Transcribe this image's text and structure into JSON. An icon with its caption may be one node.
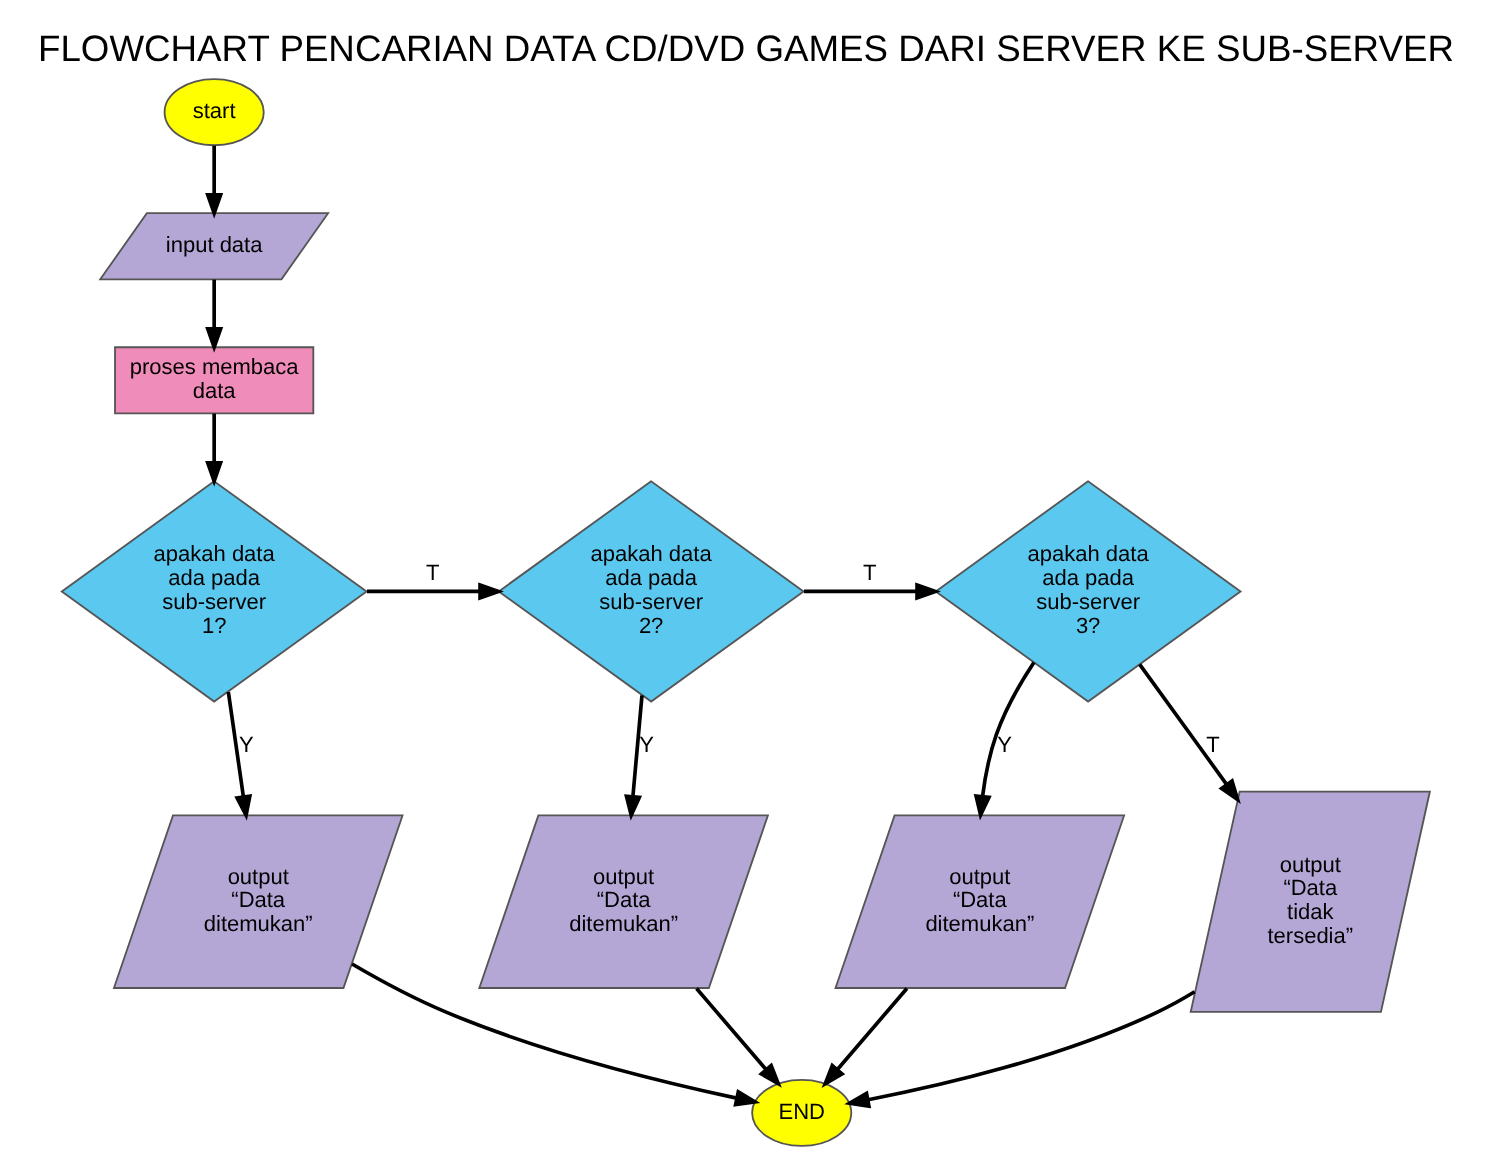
{
  "diagram": {
    "title": "FLOWCHART PENCARIAN DATA CD/DVD GAMES DARI SERVER KE SUB-SERVER",
    "nodes": [
      {
        "text": [
          "start"
        ]
      },
      {
        "text": [
          "input data"
        ]
      },
      {
        "text": [
          "proses membaca data"
        ]
      },
      {
        "text": [
          "apakah data ada pada sub-server 1?"
        ]
      },
      {
        "text": [
          "apakah data ada pada sub-server 2?"
        ]
      },
      {
        "text": [
          "apakah data ada pada sub-server 3?"
        ]
      },
      {
        "text": [
          "output “Data ditemukan”"
        ]
      },
      {
        "text": [
          "output “Data ditemukan”"
        ]
      },
      {
        "text": [
          "output “Data ditemukan”"
        ]
      },
      {
        "text": [
          "output “Data tidak tersedia”"
        ]
      },
      {
        "text": [
          "END"
        ]
      }
    ],
    "edges": [
      {
        "from": 0,
        "to": 1,
        "arrow": "to"
      },
      {
        "from": 1,
        "to": 2,
        "arrow": "to"
      },
      {
        "from": 2,
        "to": 3,
        "arrow": "to"
      },
      {
        "from": 3,
        "to": 4,
        "arrow": "to",
        "label": "T"
      },
      {
        "from": 4,
        "to": 5,
        "arrow": "to",
        "label": "T"
      },
      {
        "from": 5,
        "to": 9,
        "arrow": "to",
        "label": "T"
      },
      {
        "from": 3,
        "to": 6,
        "arrow": "to",
        "label": "Y"
      },
      {
        "from": 4,
        "to": 7,
        "arrow": "to",
        "label": "Y"
      },
      {
        "from": 5,
        "to": 8,
        "arrow": "to",
        "label": "Y"
      },
      {
        "from": 6,
        "to": 10,
        "arrow": "to"
      },
      {
        "from": 7,
        "to": 10,
        "arrow": "to"
      },
      {
        "from": 8,
        "to": 10,
        "arrow": "to"
      },
      {
        "from": 9,
        "to": 10,
        "arrow": "to"
      }
    ]
  }
}
